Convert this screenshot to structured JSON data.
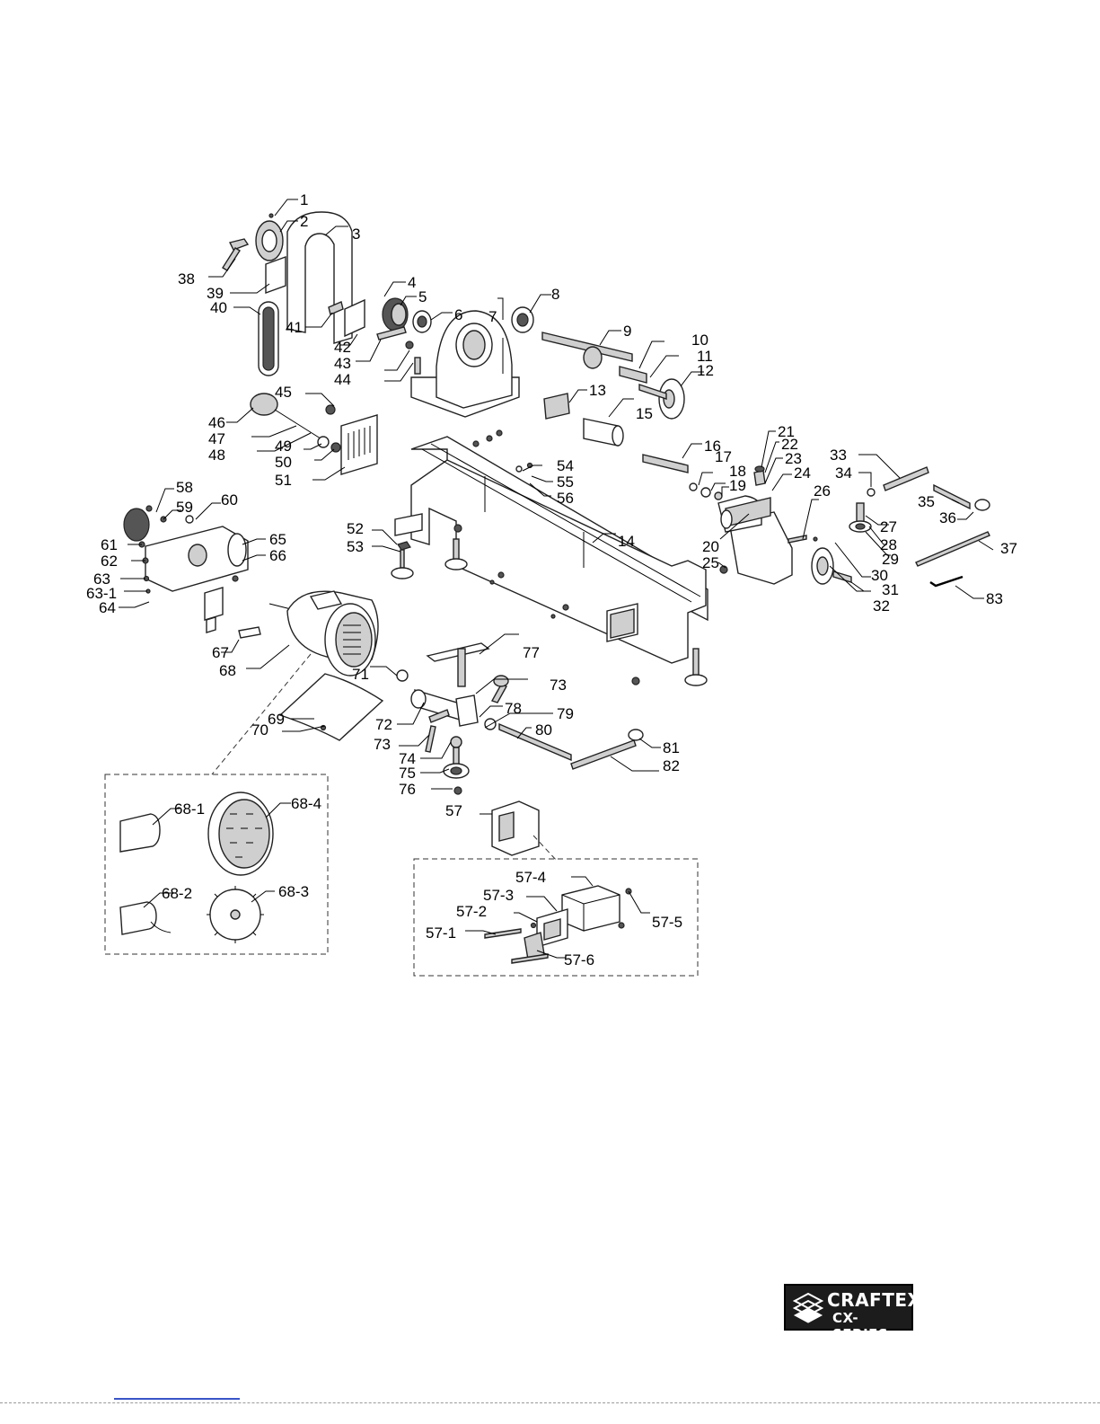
{
  "diagram": {
    "labels": [
      "1",
      "2",
      "3",
      "4",
      "5",
      "6",
      "7",
      "8",
      "9",
      "10",
      "11",
      "12",
      "13",
      "14",
      "15",
      "16",
      "17",
      "18",
      "19",
      "20",
      "21",
      "22",
      "23",
      "24",
      "25",
      "26",
      "27",
      "28",
      "29",
      "30",
      "31",
      "32",
      "33",
      "34",
      "35",
      "36",
      "37",
      "38",
      "39",
      "40",
      "41",
      "42",
      "43",
      "44",
      "45",
      "46",
      "47",
      "48",
      "49",
      "50",
      "51",
      "52",
      "53",
      "54",
      "55",
      "56",
      "57",
      "57-1",
      "57-2",
      "57-3",
      "57-4",
      "57-5",
      "57-6",
      "58",
      "59",
      "60",
      "61",
      "62",
      "63",
      "63-1",
      "64",
      "65",
      "66",
      "67",
      "68",
      "68-1",
      "68-2",
      "68-3",
      "68-4",
      "69",
      "70",
      "71",
      "72",
      "73",
      "73",
      "74",
      "75",
      "76",
      "77",
      "78",
      "79",
      "80",
      "81",
      "82",
      "83"
    ]
  },
  "logo": {
    "brand": "CRAFTEX",
    "series": "CX-SERIES",
    "icon": "craftex-logo-icon"
  }
}
